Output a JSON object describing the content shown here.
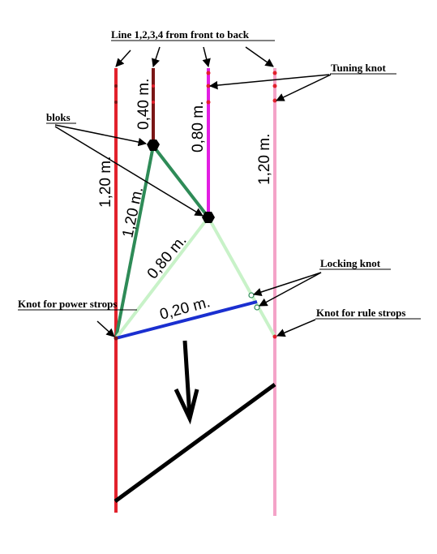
{
  "labels": {
    "lines_title": "Line 1,2,3,4 from front to back",
    "tuning_knot": "Tuning knot",
    "bloks": "bloks",
    "locking_knot": "Locking knot",
    "knot_power": "Knot for power strops",
    "knot_rule": "Knot for rule strops"
  },
  "measurements": {
    "m040": "0,40 m.",
    "m080_vertical": "0,80 m.",
    "m120_left": "1,20 m.",
    "m120_right": "1,20 m.",
    "m120_diag": "1,20 m.",
    "m080_diag": "0,80 m.",
    "m020": "0,20 m."
  },
  "colors": {
    "line1": "#e2212c",
    "line2": "#7a1616",
    "line3": "#e21ee2",
    "line4": "#f4a3c8",
    "strop_green": "#2e8b57",
    "strop_light": "#c8f2c8",
    "strop_blue": "#1a2fd0",
    "arrow": "#000000"
  }
}
